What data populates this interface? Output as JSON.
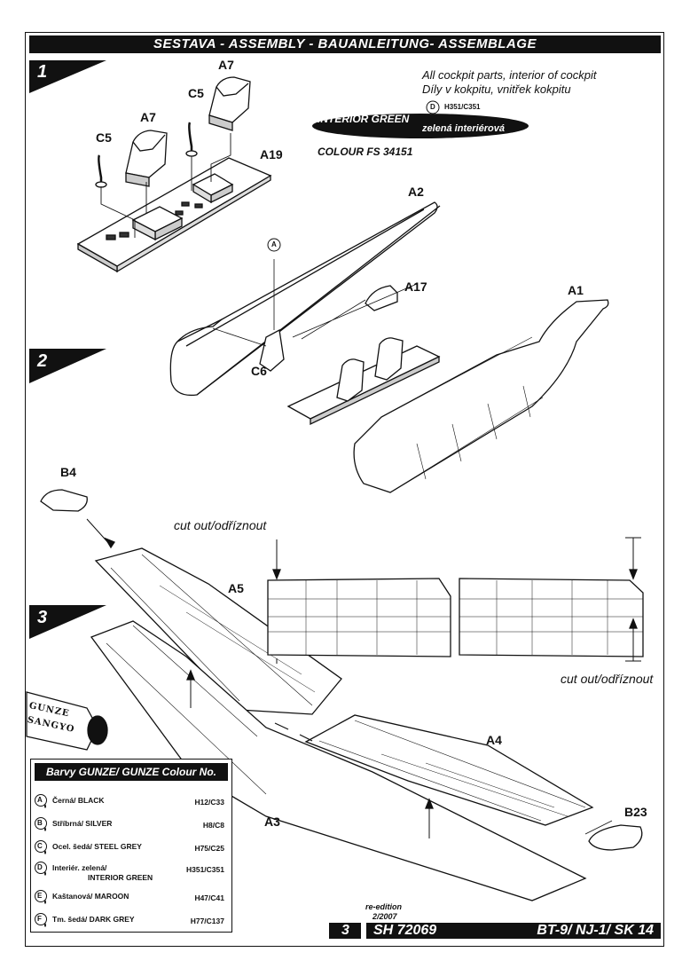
{
  "header": {
    "title": "SESTAVA -  ASSEMBLY - BAUANLEITUNG- ASSEMBLAGE"
  },
  "steps": [
    "1",
    "2",
    "3"
  ],
  "step1": {
    "note_line1": "All cockpit parts, interior of cockpit",
    "note_line2": "Díly v kokpitu, vnitřek kokpitu",
    "paint_badge": "D",
    "paint_code": "H351/C351",
    "colour_label_1": "INTERIOR GREEN",
    "colour_label_2": "zelená interiérová",
    "colour_fs": "COLOUR FS 34151",
    "parts": {
      "a7_left": "A7",
      "a7_right": "A7",
      "c5_left": "C5",
      "c5_right": "C5",
      "a19": "A19"
    }
  },
  "step2": {
    "paint_badge": "A",
    "parts": {
      "a2": "A2",
      "a17": "A17",
      "a1": "A1",
      "c6": "C6"
    }
  },
  "step3": {
    "parts": {
      "b4": "B4",
      "a5": "A5",
      "a4": "A4",
      "a3": "A3",
      "b23": "B23"
    },
    "cut_out_top": "cut out/odříznout",
    "cut_out_bottom": "cut out/odříznout"
  },
  "logo": {
    "line1": "GUNZE",
    "line2": "SANGYO"
  },
  "legend": {
    "title": "Barvy GUNZE/ GUNZE Colour No.",
    "rows": [
      {
        "badge": "A",
        "name": "Černá/ BLACK",
        "name2": "",
        "code": "H12/C33"
      },
      {
        "badge": "B",
        "name": "Stříbrná/ SILVER",
        "name2": "",
        "code": "H8/C8"
      },
      {
        "badge": "C",
        "name": "Ocel. šedá/ STEEL GREY",
        "name2": "",
        "code": "H75/C25"
      },
      {
        "badge": "D",
        "name": "Interiér. zelená/",
        "name2": "INTERIOR GREEN",
        "code": "H351/C351"
      },
      {
        "badge": "E",
        "name": "Kaštanová/ MAROON",
        "name2": "",
        "code": "H47/C41"
      },
      {
        "badge": "F",
        "name": "Tm. šedá/ DARK GREY",
        "name2": "",
        "code": "H77/C137"
      }
    ]
  },
  "footer": {
    "re_edition": "re-edition",
    "date": "2/2007",
    "page": "3",
    "kit_code": "SH 72069",
    "model": "BT-9/ NJ-1/ SK 14"
  }
}
